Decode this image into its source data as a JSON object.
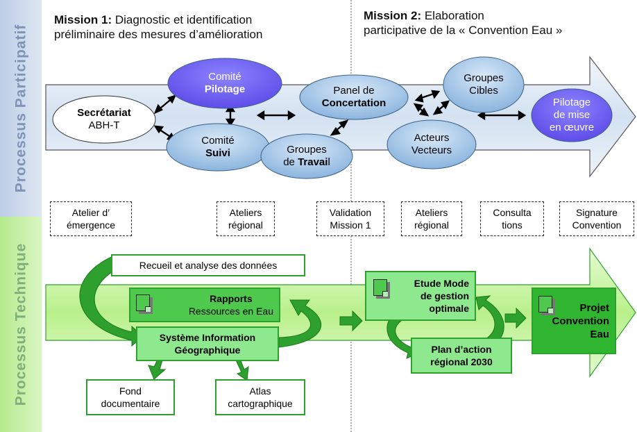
{
  "side_labels": {
    "participatif": "Processus Participatif",
    "technique": "Processus Technique"
  },
  "missions": [
    {
      "num": "Mission 1:",
      "line1": " Diagnostic et identification",
      "line2": "préliminaire des mesures d’amélioration"
    },
    {
      "num": "Mission 2:",
      "line1": " Elaboration",
      "line2": "participative de la « Convention Eau »"
    }
  ],
  "participatory_nodes": {
    "secretariat": {
      "bold": "Secrétariat",
      "normal": "ABH-T"
    },
    "comite_pilotage": {
      "normal": "Comité",
      "bold": "Pilotage"
    },
    "comite_suivi": {
      "normal": "Comité",
      "bold": "Suivi"
    },
    "groupes_travail": {
      "normal": "Groupes",
      "prefix": "de ",
      "bold": "Travai",
      "suffix": "l"
    },
    "panel": {
      "normal": "Panel de",
      "bold": "Concertation"
    },
    "groupes_cibles": {
      "line1": "Groupes",
      "line2": "Cibles"
    },
    "acteurs": {
      "line1": "Acteurs",
      "line2": "Vecteurs"
    },
    "pilotage_mise": {
      "line1": "Pilotage",
      "line2": "de mise",
      "line3": "en œuvre"
    }
  },
  "stages": [
    "Atelier d’\némergence",
    "Ateliers\nrégional",
    "Validation\nMission 1",
    "Ateliers\nrégional",
    "Consulta\ntions",
    "Signature\nConvention"
  ],
  "technical_nodes": {
    "recueil": "Recueil et analyse des données",
    "rapports_bold": "Rapports",
    "rapports_sub": "Ressources en Eau",
    "sig_line1": "Système Information",
    "sig_line2": "Géographique",
    "fond_line1": "Fond",
    "fond_line2": "documentaire",
    "atlas_line1": "Atlas",
    "atlas_line2": "cartographique",
    "etude_line1": "Etude Mode",
    "etude_line2": "de gestion",
    "etude_line3": "optimale",
    "plan_line1": "Plan d’action",
    "plan_line2": "régional 2030",
    "projet_line1": "Projet",
    "projet_line2": "Convention",
    "projet_line3": "Eau"
  },
  "colors": {
    "band_participatif": "#cdd9ec",
    "band_technique": "#cdf1b4",
    "arrow_blue": "#d9e6f4",
    "arrow_green": "#c6f39e",
    "ellipse_light": "#9bbfe3",
    "ellipse_dark": "#6a5ced",
    "green_box": "#4ec94e",
    "green_light": "#8ee88e"
  }
}
